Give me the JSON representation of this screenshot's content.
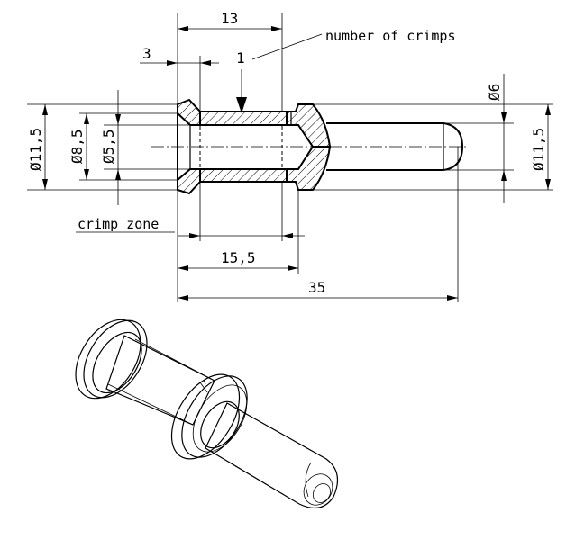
{
  "dimensions": {
    "d_13": "13",
    "d_3": "3",
    "d_1": "1",
    "number_of_crimps": "number of crimps",
    "phi_6": "Ø6",
    "phi_11_5_left": "Ø11,5",
    "phi_8_5": "Ø8,5",
    "phi_5_5": "Ø5,5",
    "phi_11_5_right": "Ø11,5",
    "crimp_zone": "crimp zone",
    "d_15_5": "15,5",
    "d_35": "35"
  }
}
